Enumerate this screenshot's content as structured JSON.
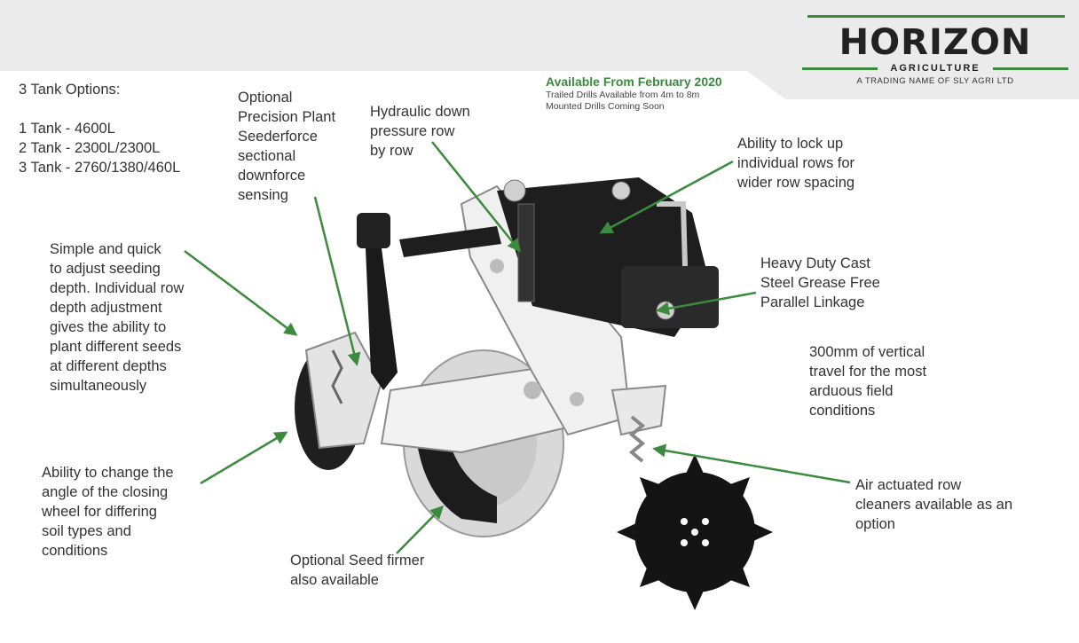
{
  "brand": {
    "name": "HORIZON",
    "sub": "AGRICULTURE",
    "trading": "A TRADING NAME OF SLY AGRI LTD",
    "accent_color": "#3c8a3e"
  },
  "availability": {
    "title": "Available From February 2020",
    "line1": "Trailed Drills Available from 4m to 8m",
    "line2": "Mounted Drills Coming Soon"
  },
  "tank_options": {
    "heading": "3 Tank Options:",
    "items": [
      "1 Tank - 4600L",
      "2 Tank - 2300L/2300L",
      "3 Tank - 2760/1380/460L"
    ]
  },
  "callouts": {
    "seederforce": [
      "Optional",
      "Precision Plant",
      "Seederforce",
      "sectional",
      "downforce",
      "sensing"
    ],
    "hydraulic": [
      "Hydraulic down",
      "pressure row",
      "by row"
    ],
    "lockup": [
      "Ability to lock up",
      "individual rows for",
      "wider row spacing"
    ],
    "linkage": [
      "Heavy Duty Cast",
      "Steel Grease Free",
      "Parallel Linkage"
    ],
    "travel": [
      "300mm of vertical",
      "travel for the most",
      "arduous field",
      "conditions"
    ],
    "depth": [
      "Simple and quick",
      "to adjust seeding",
      "depth. Individual row",
      "depth adjustment",
      "gives the ability to",
      "plant different seeds",
      "at different depths",
      "simultaneously"
    ],
    "angle": [
      "Ability to change the",
      "angle of the closing",
      "wheel for differing",
      "soil types and",
      "conditions"
    ],
    "firmer": [
      "Optional Seed firmer",
      "also available"
    ],
    "cleaners": [
      "Air actuated row",
      "cleaners available as an",
      "option"
    ]
  }
}
